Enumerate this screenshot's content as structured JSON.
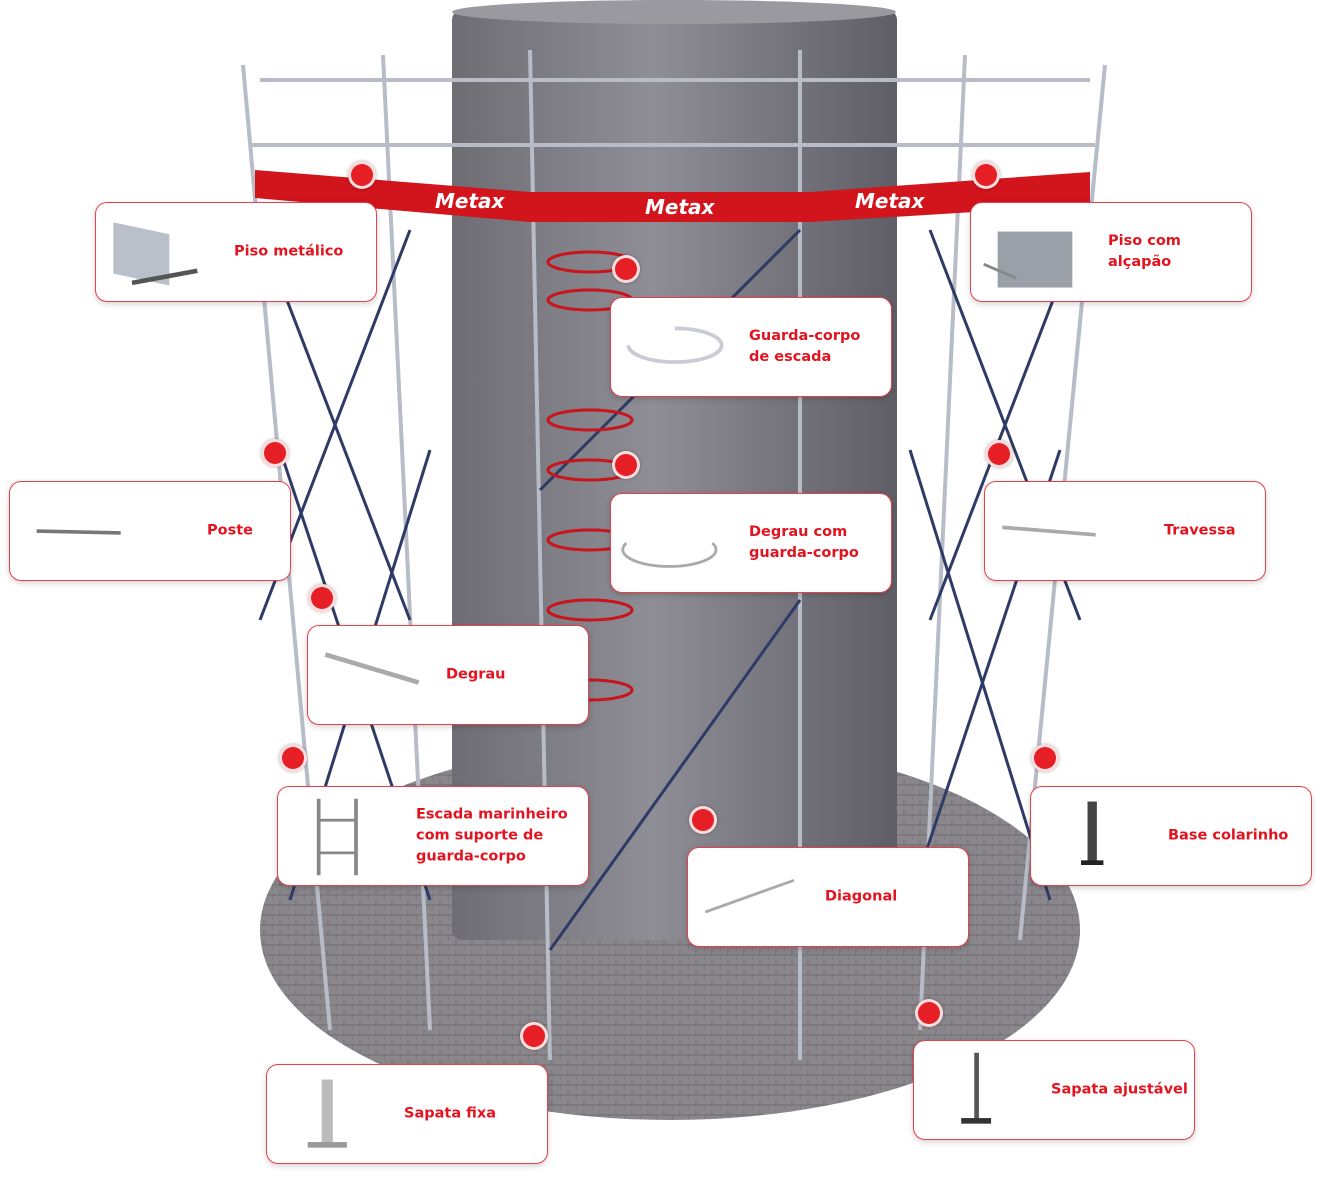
{
  "brand": {
    "logo_text": "Metax",
    "accent": "#e3131f"
  },
  "components": [
    {
      "id": "piso-metalico",
      "label": "Piso metálico"
    },
    {
      "id": "piso-com-alcapao",
      "label": "Piso com\nalçapão"
    },
    {
      "id": "guarda-corpo-de-escada",
      "label": "Guarda-corpo\nde escada"
    },
    {
      "id": "poste",
      "label": "Poste"
    },
    {
      "id": "degrau-com-guarda-corpo",
      "label": "Degrau com\nguarda-corpo"
    },
    {
      "id": "travessa",
      "label": "Travessa"
    },
    {
      "id": "degrau",
      "label": "Degrau"
    },
    {
      "id": "escada-marinheiro",
      "label": "Escada marinheiro\ncom suporte de\nguarda-corpo"
    },
    {
      "id": "base-colarinho",
      "label": "Base colarinho"
    },
    {
      "id": "diagonal",
      "label": "Diagonal"
    },
    {
      "id": "sapata-fixa",
      "label": "Sapata fixa"
    },
    {
      "id": "sapata-ajustavel",
      "label": "Sapata ajustável"
    }
  ]
}
